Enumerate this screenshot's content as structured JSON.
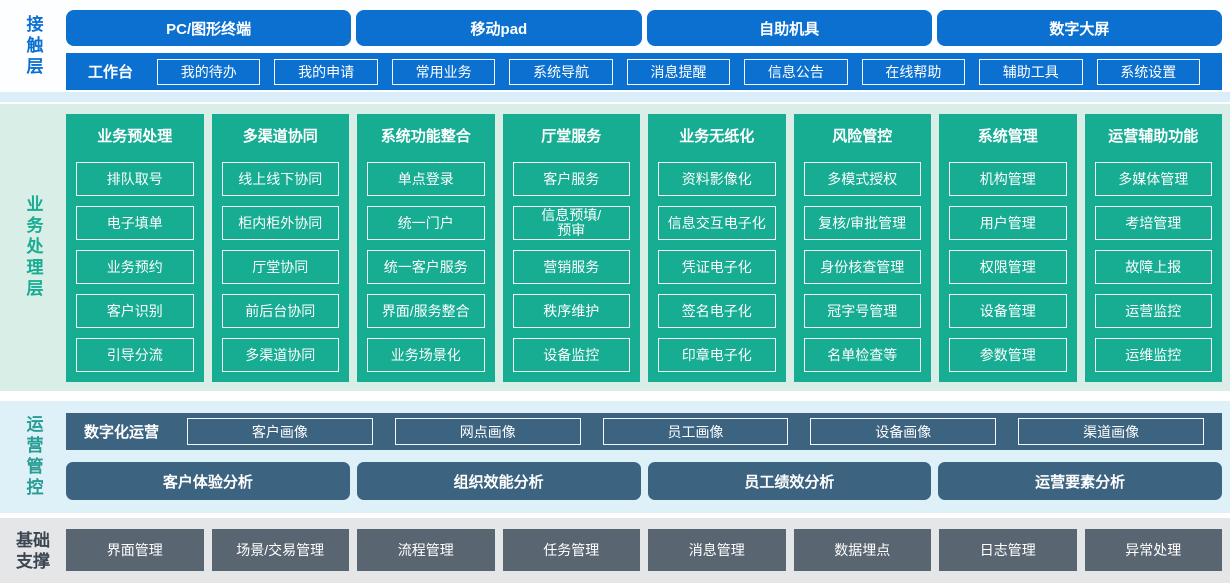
{
  "colors": {
    "accent_blue": "#0c70d1",
    "accent_green": "#16ad93",
    "accent_slate": "#3c6380",
    "accent_gray": "#5a6572",
    "label_teal": "#279c93",
    "band_green": "#d8eee7",
    "band_cyan": "#def1f9",
    "band_gray": "#e4e6e8"
  },
  "layers": {
    "contact": {
      "label": "接触层",
      "channels": [
        "PC/图形终端",
        "移动pad",
        "自助机具",
        "数字大屏"
      ],
      "workbench": {
        "label": "工作台",
        "items": [
          "我的待办",
          "我的申请",
          "常用业务",
          "系统导航",
          "消息提醒",
          "信息公告",
          "在线帮助",
          "辅助工具",
          "系统设置"
        ]
      }
    },
    "business": {
      "label": "业务处理层",
      "columns": [
        {
          "title": "业务预处理",
          "items": [
            "排队取号",
            "电子填单",
            "业务预约",
            "客户识别",
            "引导分流"
          ]
        },
        {
          "title": "多渠道协同",
          "items": [
            "线上线下协同",
            "柜内柜外协同",
            "厅堂协同",
            "前后台协同",
            "多渠道协同"
          ]
        },
        {
          "title": "系统功能整合",
          "items": [
            "单点登录",
            "统一门户",
            "统一客户服务",
            "界面/服务整合",
            "业务场景化"
          ]
        },
        {
          "title": "厅堂服务",
          "items": [
            "客户服务",
            "信息预填/\n预审",
            "营销服务",
            "秩序维护",
            "设备监控"
          ]
        },
        {
          "title": "业务无纸化",
          "items": [
            "资料影像化",
            "信息交互电子化",
            "凭证电子化",
            "签名电子化",
            "印章电子化"
          ]
        },
        {
          "title": "风险管控",
          "items": [
            "多模式授权",
            "复核/审批管理",
            "身份核查管理",
            "冠字号管理",
            "名单检查等"
          ]
        },
        {
          "title": "系统管理",
          "items": [
            "机构管理",
            "用户管理",
            "权限管理",
            "设备管理",
            "参数管理"
          ]
        },
        {
          "title": "运营辅助功能",
          "items": [
            "多媒体管理",
            "考培管理",
            "故障上报",
            "运营监控",
            "运维监控"
          ]
        }
      ]
    },
    "operations": {
      "label": "运营管控",
      "digital": {
        "label": "数字化运营",
        "items": [
          "客户画像",
          "网点画像",
          "员工画像",
          "设备画像",
          "渠道画像"
        ]
      },
      "analysis": [
        "客户体验分析",
        "组织效能分析",
        "员工绩效分析",
        "运营要素分析"
      ]
    },
    "foundation": {
      "label": "基础支撑",
      "items": [
        "界面管理",
        "场景/交易管理",
        "流程管理",
        "任务管理",
        "消息管理",
        "数据埋点",
        "日志管理",
        "异常处理"
      ]
    }
  }
}
